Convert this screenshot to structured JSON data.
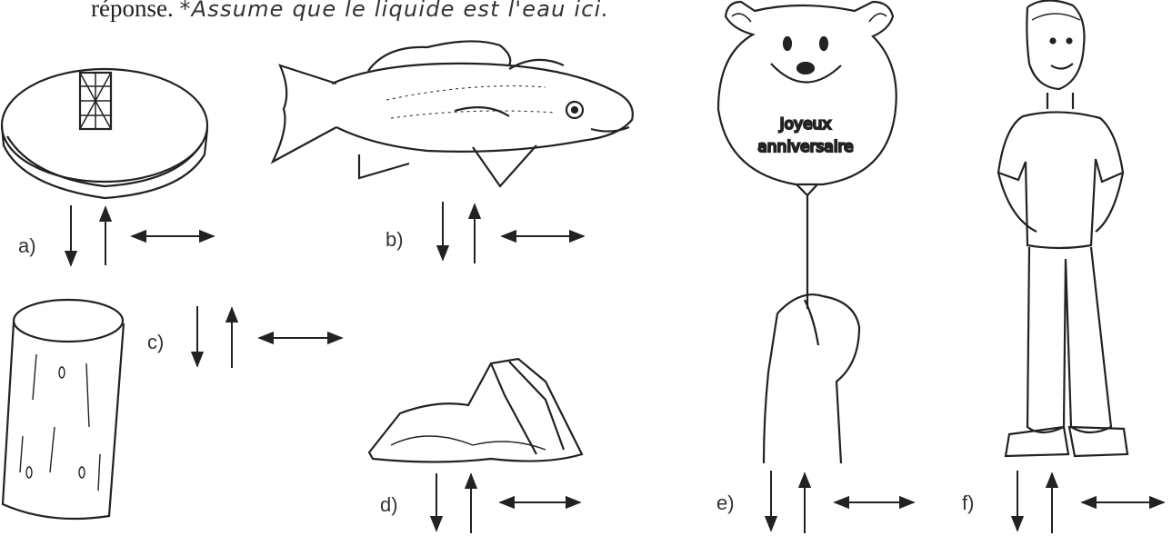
{
  "header": {
    "text": "réponse.",
    "handwritten_note": "*Assume que le liquide est l'eau ici."
  },
  "items": [
    {
      "label": "a)",
      "object": "bracelet"
    },
    {
      "label": "b)",
      "object": "fish"
    },
    {
      "label": "c)",
      "object": "cork"
    },
    {
      "label": "d)",
      "object": "rock"
    },
    {
      "label": "e)",
      "object": "balloon"
    },
    {
      "label": "f)",
      "object": "person"
    }
  ],
  "balloon": {
    "line1": "Joyeux",
    "line2": "anniversaire"
  },
  "arrow_icon_names": [
    "down-arrow-icon",
    "up-arrow-icon",
    "double-arrow-icon"
  ]
}
